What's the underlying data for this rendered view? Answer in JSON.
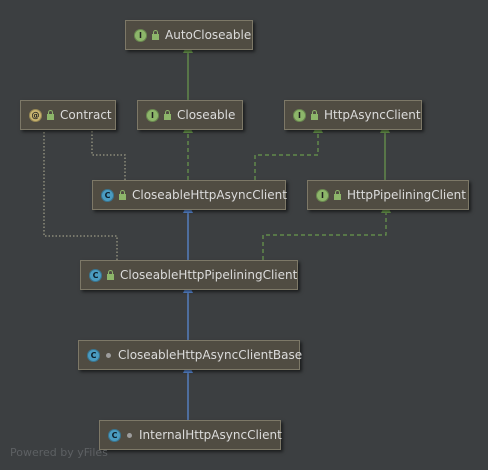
{
  "nodes": {
    "auto_closeable": {
      "label": "AutoCloseable",
      "kind": "I",
      "visibility": "public"
    },
    "contract": {
      "label": "Contract",
      "kind": "@",
      "visibility": "public"
    },
    "closeable": {
      "label": "Closeable",
      "kind": "I",
      "visibility": "public"
    },
    "http_async_client": {
      "label": "HttpAsyncClient",
      "kind": "I",
      "visibility": "public"
    },
    "closeable_http_async_client": {
      "label": "CloseableHttpAsyncClient",
      "kind": "C",
      "visibility": "public"
    },
    "http_pipelining_client": {
      "label": "HttpPipeliningClient",
      "kind": "I",
      "visibility": "public"
    },
    "closeable_http_pipelining_client": {
      "label": "CloseableHttpPipeliningClient",
      "kind": "C",
      "visibility": "public"
    },
    "closeable_http_async_client_base": {
      "label": "CloseableHttpAsyncClientBase",
      "kind": "C",
      "visibility": "package"
    },
    "internal_http_async_client": {
      "label": "InternalHttpAsyncClient",
      "kind": "C",
      "visibility": "package"
    }
  },
  "edges": [
    {
      "from": "closeable",
      "to": "auto_closeable",
      "style": "implements"
    },
    {
      "from": "closeable_http_async_client",
      "to": "closeable",
      "style": "implements-dashed"
    },
    {
      "from": "closeable_http_async_client",
      "to": "http_async_client",
      "style": "implements-dashed"
    },
    {
      "from": "closeable_http_async_client",
      "to": "contract",
      "style": "annotation"
    },
    {
      "from": "http_pipelining_client",
      "to": "http_async_client",
      "style": "implements"
    },
    {
      "from": "closeable_http_pipelining_client",
      "to": "closeable_http_async_client",
      "style": "extends"
    },
    {
      "from": "closeable_http_pipelining_client",
      "to": "http_pipelining_client",
      "style": "implements-dashed"
    },
    {
      "from": "closeable_http_pipelining_client",
      "to": "contract",
      "style": "annotation"
    },
    {
      "from": "closeable_http_async_client_base",
      "to": "closeable_http_pipelining_client",
      "style": "extends"
    },
    {
      "from": "internal_http_async_client",
      "to": "closeable_http_async_client_base",
      "style": "extends"
    }
  ],
  "colors": {
    "implements": "#6a9a4e",
    "extends": "#5b8ddb",
    "annotation": "#8b8b7a",
    "node_bg": "#504c42"
  },
  "watermark": "Powered by yFiles"
}
